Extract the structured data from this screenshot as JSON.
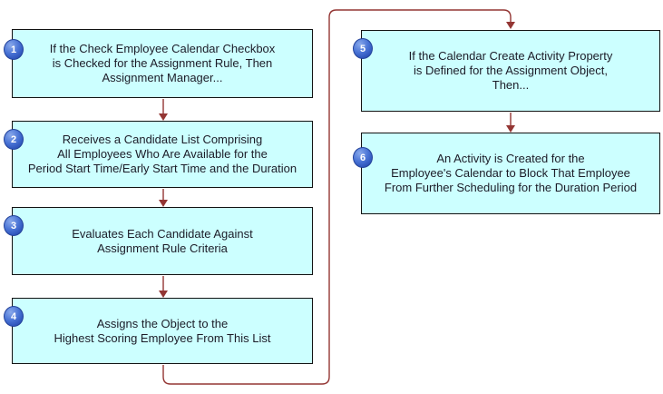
{
  "diagram": {
    "description": "Assignment Manager employee-calendar scheduling flowchart",
    "colors": {
      "box_fill": "#ccffff",
      "box_border": "#121212",
      "arrow": "#943634",
      "badge_fill": "#3b66cc",
      "badge_text": "#ffffff",
      "text": "#1c1c28",
      "background": "#ffffff"
    },
    "boxes": [
      {
        "number": "1",
        "lines": [
          "If  the Check Employee Calendar Checkbox",
          "is Checked for the Assignment Rule, Then",
          "Assignment Manager..."
        ]
      },
      {
        "number": "2",
        "lines": [
          "Receives a Candidate List Comprising",
          "All Employees Who Are Available for the",
          "Period Start Time/Early Start Time and the Duration"
        ]
      },
      {
        "number": "3",
        "lines": [
          "Evaluates Each Candidate Against",
          "Assignment Rule Criteria"
        ]
      },
      {
        "number": "4",
        "lines": [
          "Assigns the Object to the",
          "Highest Scoring Employee From This List"
        ]
      },
      {
        "number": "5",
        "lines": [
          "If the Calendar Create Activity Property",
          "is Defined for the Assignment Object,",
          "Then..."
        ]
      },
      {
        "number": "6",
        "lines": [
          "An Activity is Created for the",
          "Employee's Calendar to Block That Employee",
          "From Further Scheduling for the Duration Period"
        ]
      }
    ],
    "connections": [
      {
        "from": "1",
        "to": "2"
      },
      {
        "from": "2",
        "to": "3"
      },
      {
        "from": "3",
        "to": "4"
      },
      {
        "from": "4",
        "to": "5"
      },
      {
        "from": "5",
        "to": "6"
      }
    ]
  }
}
